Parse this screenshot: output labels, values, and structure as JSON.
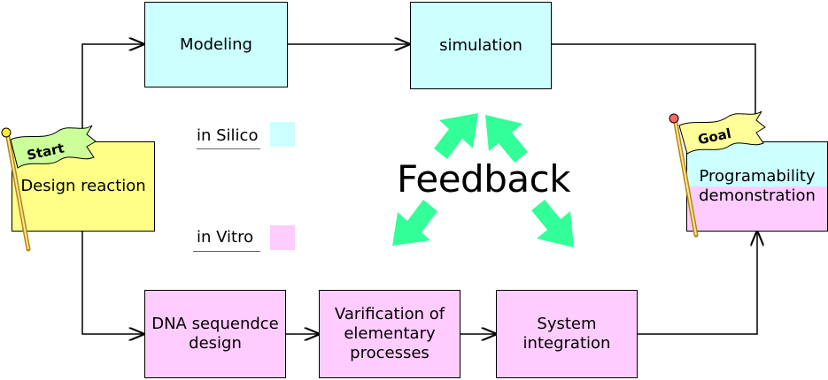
{
  "nodes": {
    "modeling": "Modeling",
    "simulation": "simulation",
    "design_reaction": "Design reaction",
    "programability": "Programability\ndemonstration",
    "dna_design": "DNA sequendce\ndesign",
    "verification": "Varification of\nelementary\nprocesses",
    "system_integration": "System\nintegration"
  },
  "legend": {
    "silico_label": "in Silico",
    "vitro_label": "in Vitro"
  },
  "center_label": "Feedback",
  "flags": {
    "start": "Start",
    "goal": "Goal"
  },
  "colors": {
    "silico": "#ccffff",
    "vitro": "#ffccff",
    "start_box": "#ffff88",
    "flag": "#ccff99",
    "feedback_arrow": "#33ff99"
  }
}
